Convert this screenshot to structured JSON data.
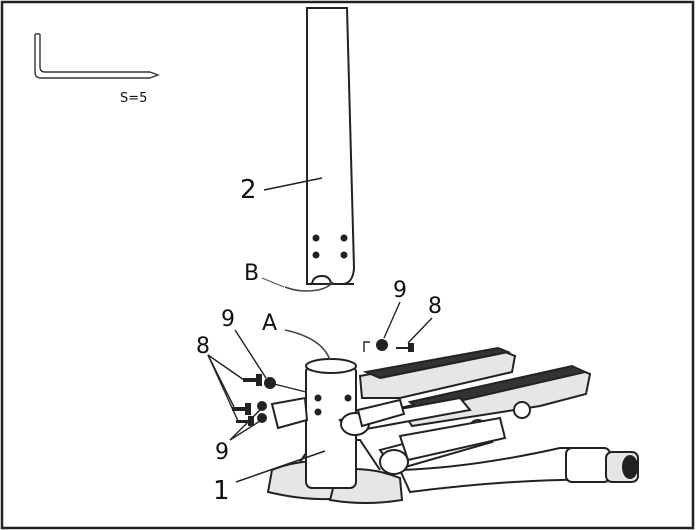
{
  "tool": {
    "label": "S=5"
  },
  "callouts": {
    "part_2": "2",
    "part_1": "1",
    "cable_a": "A",
    "cable_b": "B",
    "screw_8_right": "8",
    "washer_9_right": "9",
    "screw_8_left": "8",
    "washer_9_left_top": "9",
    "washer_9_left_bottom": "9"
  }
}
